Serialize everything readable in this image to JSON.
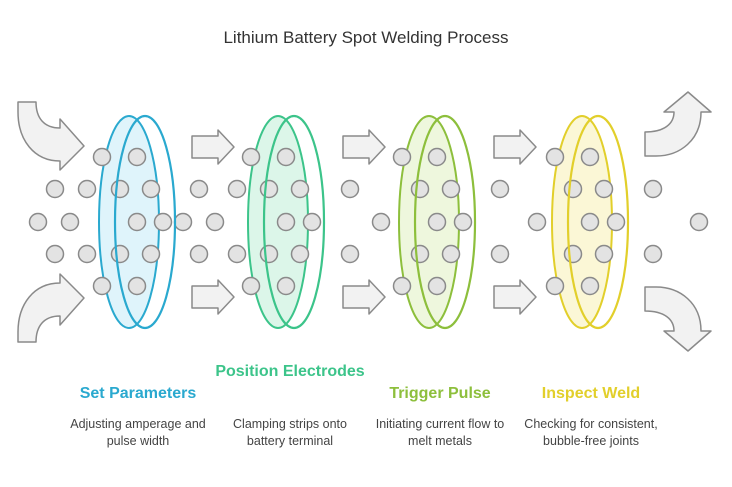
{
  "title": "Lithium Battery Spot Welding Process",
  "stages": [
    {
      "title": "Set Parameters",
      "description": "Adjusting amperage and pulse width",
      "color": "#2aa9cf",
      "fill": "#dff4fb"
    },
    {
      "title": "Position Electrodes",
      "description": "Clamping strips onto battery terminal",
      "color": "#3cc48a",
      "fill": "#dcf6e9"
    },
    {
      "title": "Trigger Pulse",
      "description": "Initiating current flow to melt metals",
      "color": "#8dbf3c",
      "fill": "#eef7dd"
    },
    {
      "title": "Inspect Weld",
      "description": "Checking for consistent, bubble-free joints",
      "color": "#e2cf2b",
      "fill": "#fbf7d6"
    }
  ],
  "icons": {
    "entry": "curved-entry-arrow-icon",
    "flow": "flow-arrow-icon",
    "exit": "curved-exit-arrow-icon"
  }
}
